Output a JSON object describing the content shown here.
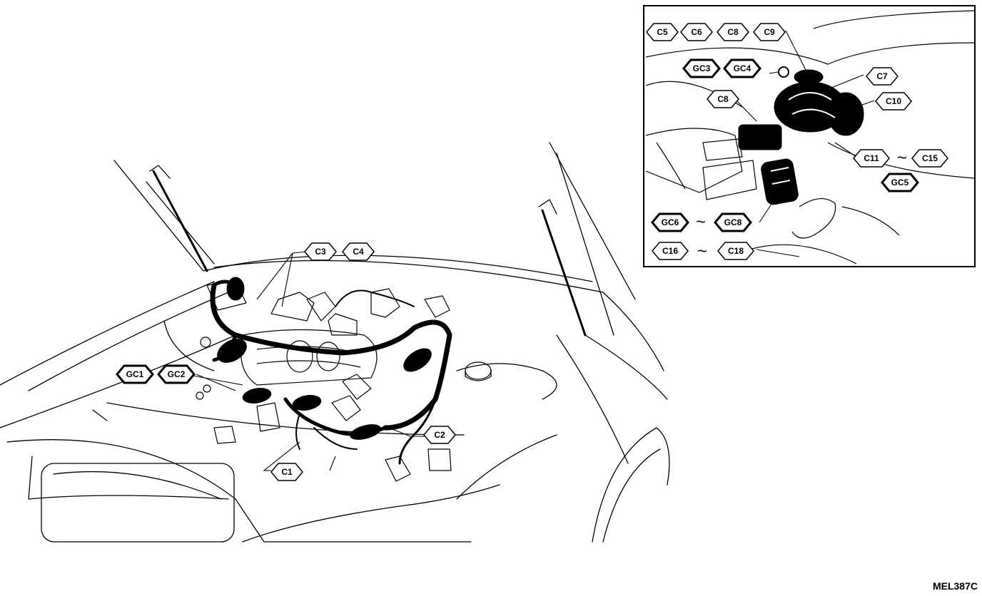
{
  "figure_id": "MEL387C",
  "main_labels": {
    "c3": "C3",
    "c4": "C4",
    "gc1": "GC1",
    "gc2": "GC2",
    "c1": "C1",
    "c2": "C2"
  },
  "inset_labels": {
    "c5": "C5",
    "c6": "C6",
    "c8_top": "C8",
    "c9": "C9",
    "gc3": "GC3",
    "gc4": "GC4",
    "c7": "C7",
    "c8": "C8",
    "c10": "C10",
    "c11": "C11",
    "c15": "C15",
    "gc5": "GC5",
    "gc6": "GC6",
    "gc8": "GC8",
    "c16": "C16",
    "c18": "C18"
  },
  "range_separator": "~",
  "colors": {
    "line": "#000000",
    "background": "#ffffff"
  }
}
